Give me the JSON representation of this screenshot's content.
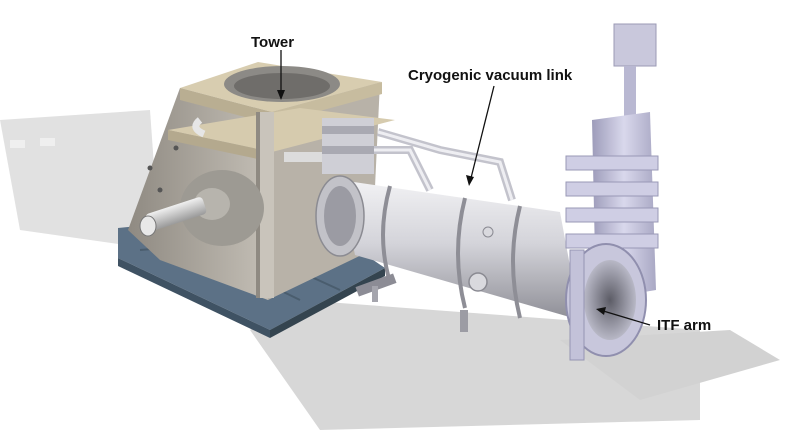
{
  "labels": {
    "tower": "Tower",
    "link": "Cryogenic vacuum link",
    "arm": "ITF arm"
  },
  "colors": {
    "background": "#ffffff",
    "shadow": "#d9d9d9",
    "base": "#4f6478",
    "tower_frame": "#a9a49c",
    "tower_plate": "#d8cdb0",
    "vessel": "#c9c9cf",
    "gate": "#c6c5dc",
    "label": "#111111"
  }
}
